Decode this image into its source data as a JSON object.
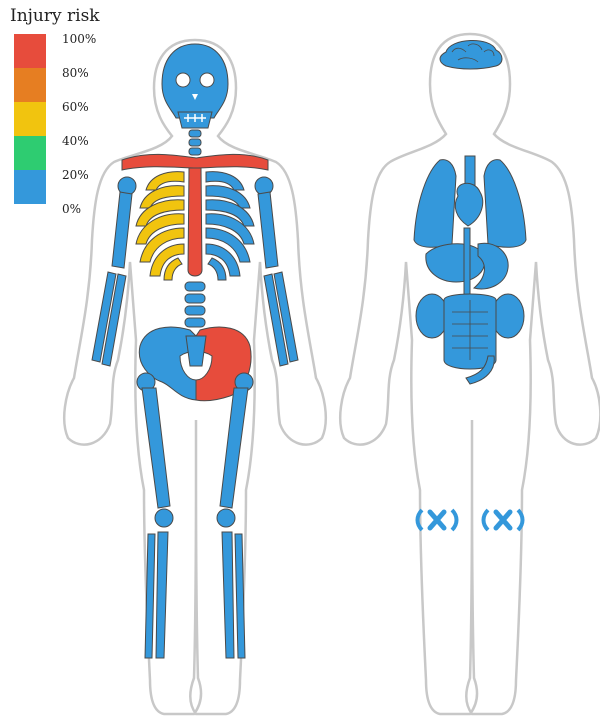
{
  "legend": {
    "title": "Injury risk",
    "ticks": [
      "100%",
      "80%",
      "60%",
      "40%",
      "20%",
      "0%"
    ],
    "bands": [
      {
        "range": "80-100%",
        "color": "#e74c3c"
      },
      {
        "range": "60-80%",
        "color": "#e67e22"
      },
      {
        "range": "40-60%",
        "color": "#f1c40f"
      },
      {
        "range": "20-40%",
        "color": "#2ecc71"
      },
      {
        "range": "0-20%",
        "color": "#3498db"
      }
    ]
  },
  "colors": {
    "outline": "#c8c8c8",
    "bone_default": "#3498db",
    "high_risk": "#e74c3c",
    "medium_risk": "#f1c40f",
    "stroke": "#4a4a4a"
  },
  "figures": {
    "skeleton": {
      "high_risk_parts": [
        "clavicles",
        "sternum",
        "right-pelvis"
      ],
      "medium_risk_parts": [
        "right-ribs"
      ]
    },
    "organs": {
      "parts": [
        "brain",
        "lungs",
        "heart",
        "liver",
        "stomach",
        "kidneys",
        "intestines",
        "knee-joints"
      ]
    }
  }
}
